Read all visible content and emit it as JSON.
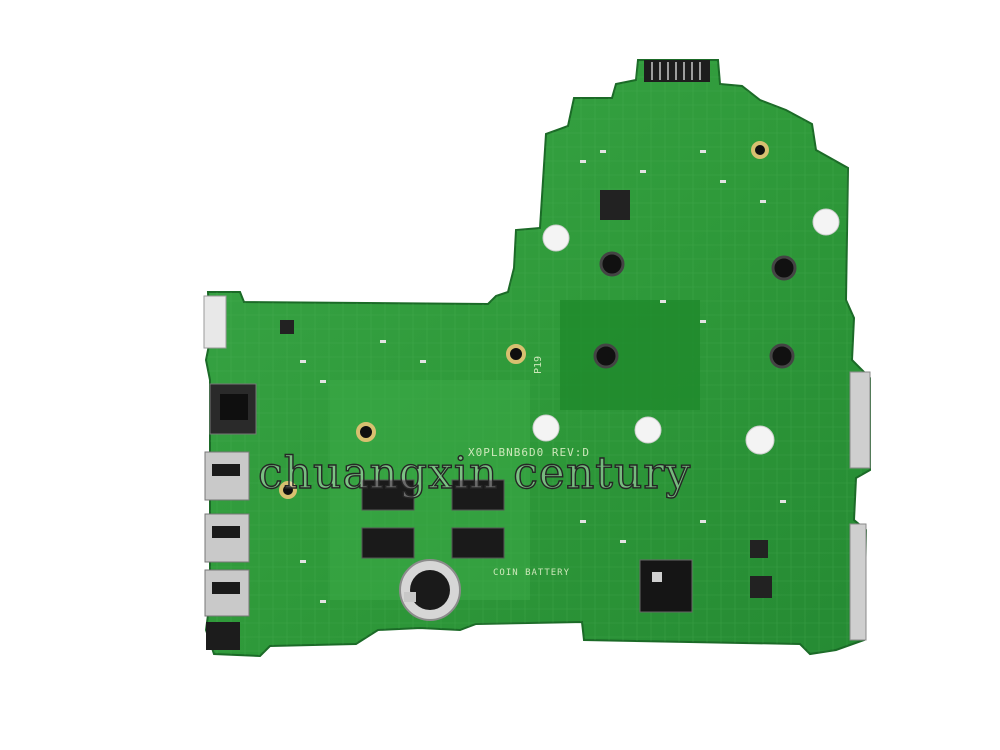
{
  "image": {
    "subject": "laptop motherboard",
    "background_color": "#ffffff",
    "board_color": "#2f9a3a"
  },
  "labels": {
    "watermark_text": "chuangxin century",
    "pcb_code_text": "X0PLBNB6D0 REV:D",
    "board_id_text": "P19",
    "battery_text": "COIN BATTERY"
  }
}
